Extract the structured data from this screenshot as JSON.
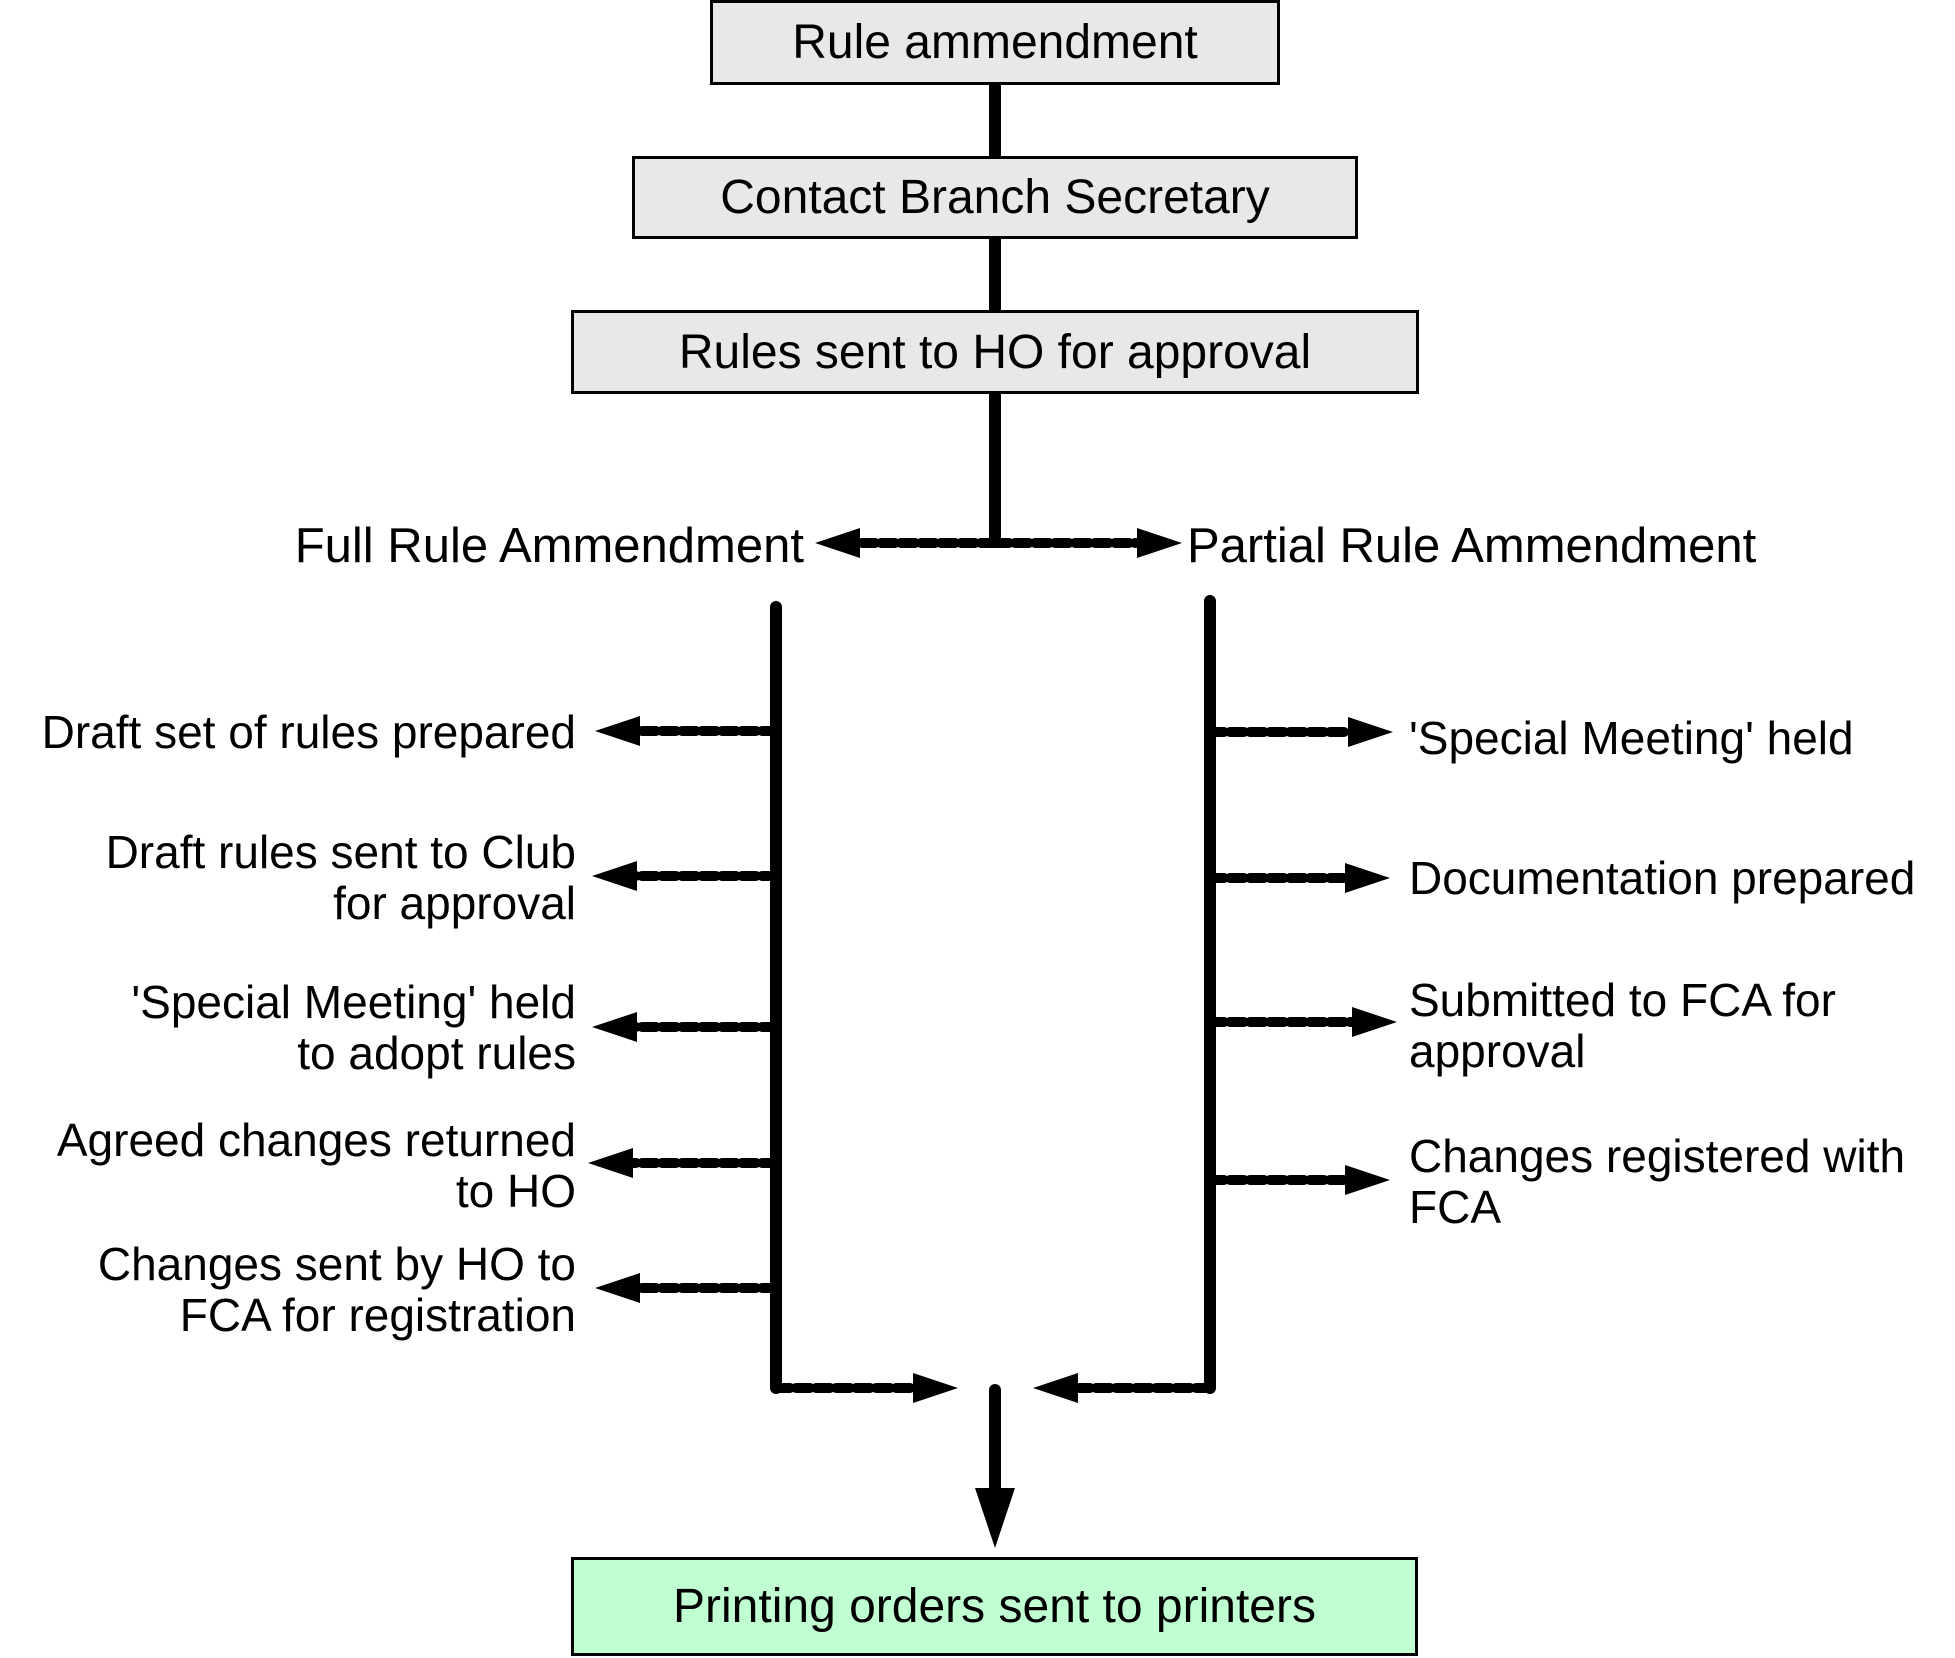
{
  "flow": {
    "steps": {
      "start": "Rule ammendment",
      "contact": "Contact Branch Secretary",
      "approval": "Rules sent to HO for approval",
      "end": "Printing orders sent to printers"
    },
    "colors": {
      "box_fill": "#e8e8e8",
      "end_box_fill": "#bfffd2",
      "line": "#000000"
    },
    "branches": {
      "full": {
        "title": "Full Rule Ammendment",
        "steps": [
          "Draft set of rules prepared",
          "Draft rules sent to Club\nfor approval",
          "'Special Meeting' held\nto adopt rules",
          "Agreed changes returned\nto HO",
          "Changes sent by HO to\nFCA for registration"
        ]
      },
      "partial": {
        "title": "Partial Rule Ammendment",
        "steps": [
          "'Special Meeting' held",
          "Documentation prepared",
          "Submitted to FCA for\napproval",
          "Changes registered with\nFCA"
        ]
      }
    }
  }
}
